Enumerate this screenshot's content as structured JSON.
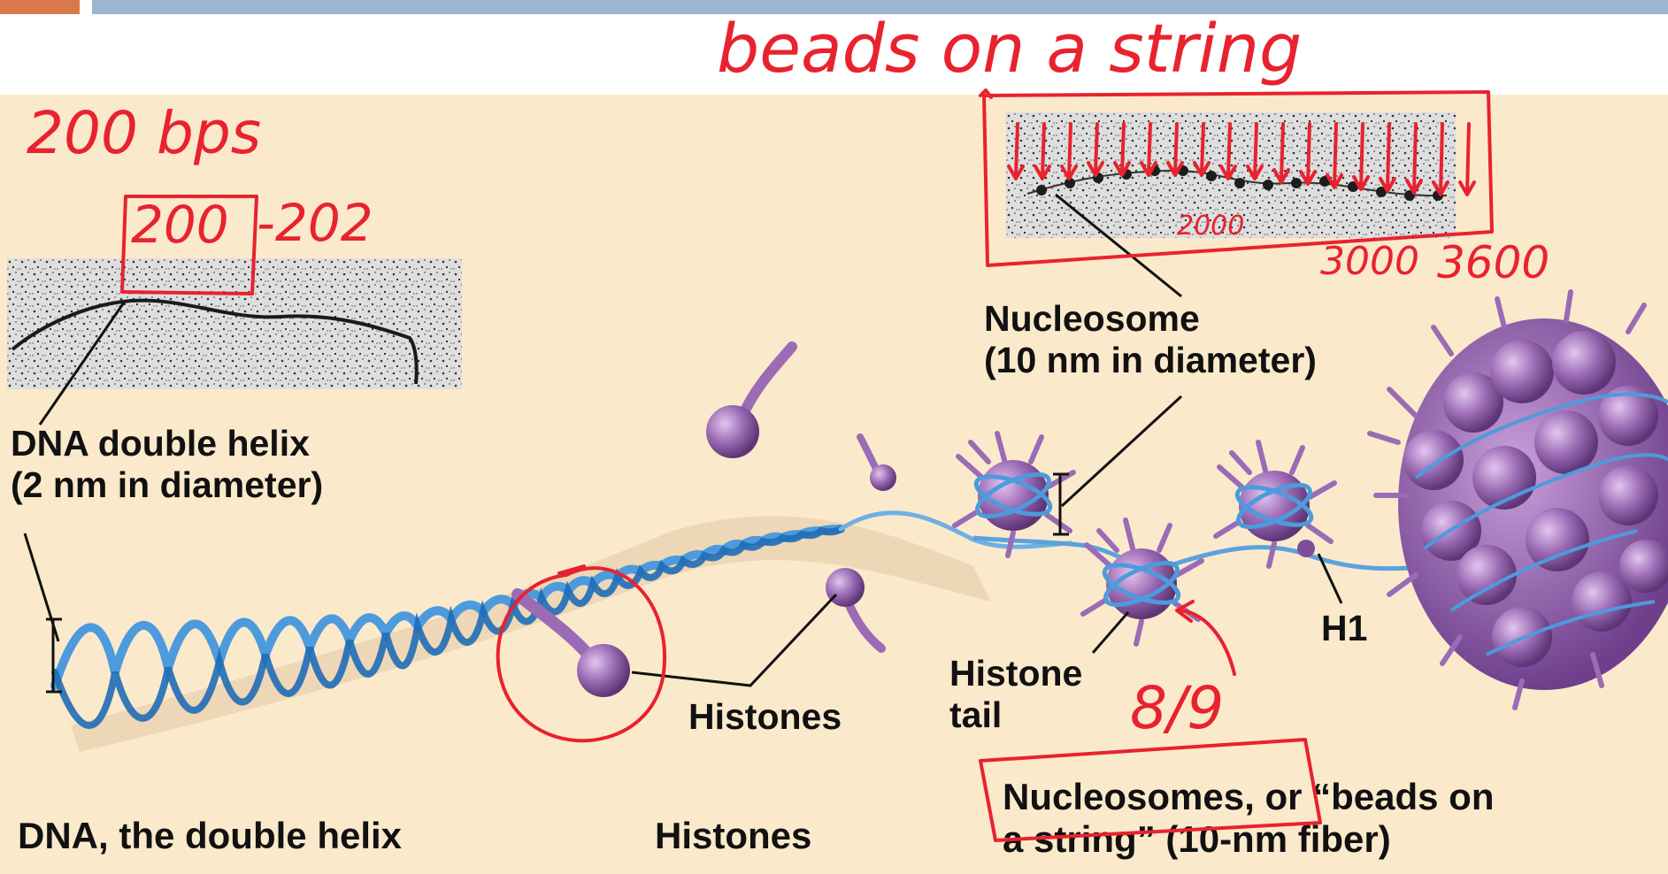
{
  "labels": {
    "dna_helix_line1": "DNA double helix",
    "dna_helix_line2": "(2 nm in diameter)",
    "nucleosome_line1": "Nucleosome",
    "nucleosome_line2": "(10 nm in diameter)",
    "histones_callout": "Histones",
    "histone_tail_line1": "Histone",
    "histone_tail_line2": "tail",
    "h1": "H1",
    "caption_dna": "DNA, the double helix",
    "caption_histones": "Histones",
    "caption_nucleosomes_line1": "Nucleosomes, or “beads on",
    "caption_nucleosomes_line2": "a string” (10-nm fiber)"
  },
  "annotations": {
    "beads_on_a_string": "beads on a string",
    "bps": "200 bps",
    "n200": "200",
    "n202": "-202",
    "n2000": "2000",
    "n3000": "3000",
    "n3600": "3600",
    "fraction": "8/9"
  },
  "colors": {
    "panel": "#fbe9cc",
    "dna_blue": "#3f8fd6",
    "histone_purple": "#9a6cb2",
    "annotation_red": "#e8222e"
  }
}
